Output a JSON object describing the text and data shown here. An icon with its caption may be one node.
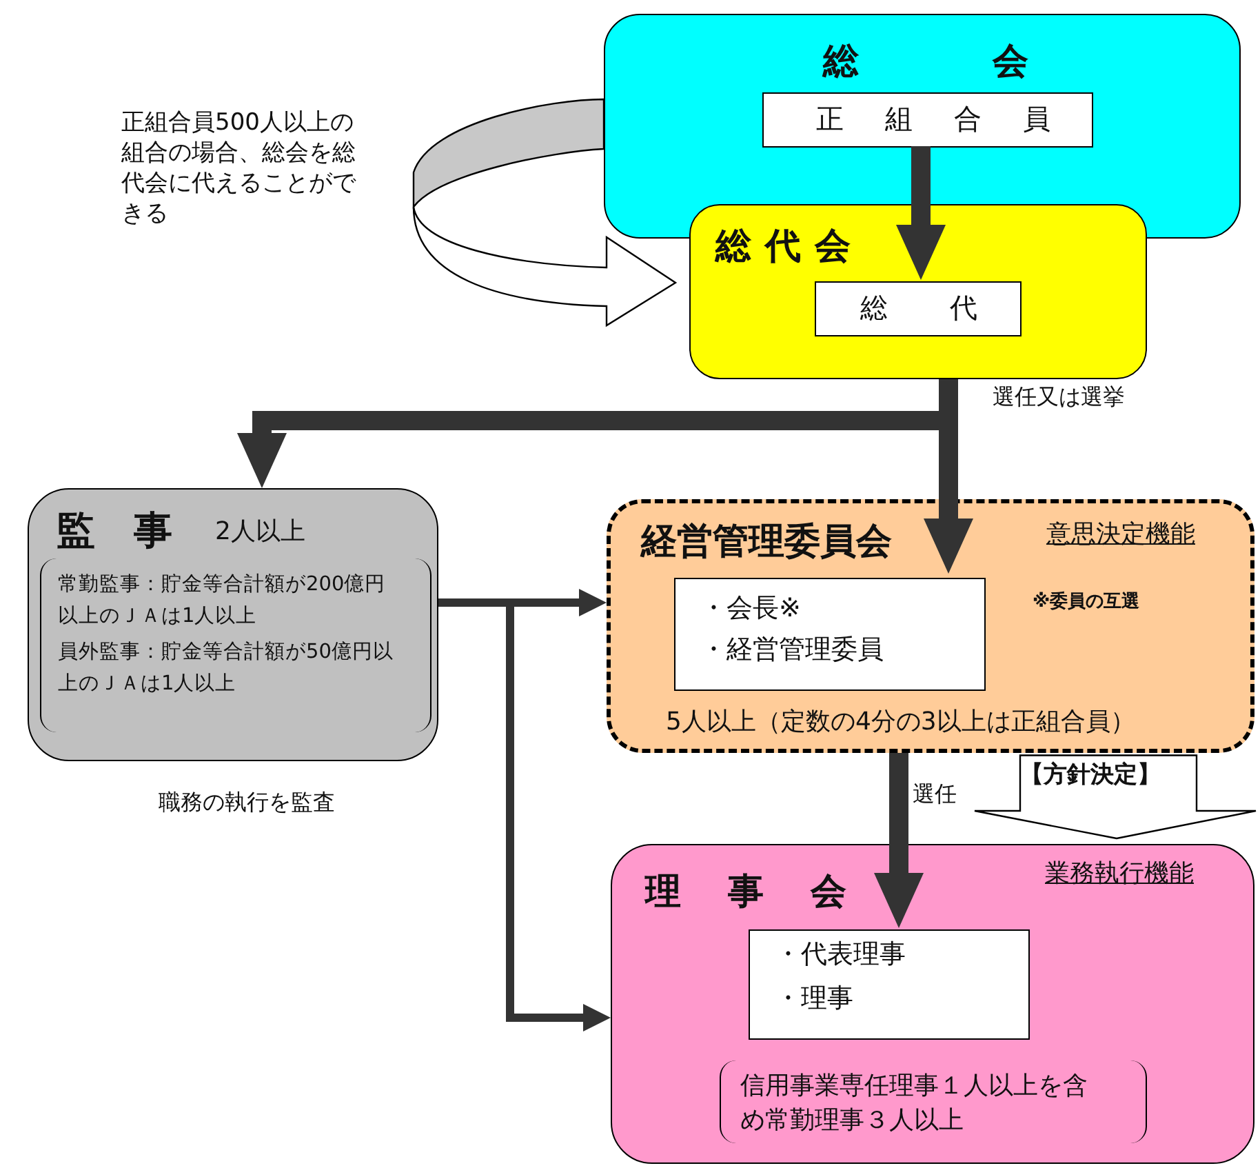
{
  "diagram": {
    "nodes": [
      {
        "text": [
          "総会"
        ]
      },
      {
        "text": [
          "正組合員"
        ],
        "in": 0
      },
      {
        "text": [
          "総代会"
        ]
      },
      {
        "text": [
          "総代"
        ],
        "in": 2
      },
      {
        "text": [
          "監事",
          "2人以上",
          "常勤監事：貯金等合計額が200億円以上のＪＡは1人以上",
          "員外監事：貯金等合計額が50億円以上のＪＡは1人以上"
        ]
      },
      {
        "text": [
          "経営管理委員会",
          "意思決定機能",
          "※委員の互選",
          "5人以上（定数の4分の3以上は正組合員）"
        ]
      },
      {
        "text": [
          "・会長※",
          "・経営管理委員"
        ],
        "in": 5
      },
      {
        "text": [
          "【方針決定】"
        ]
      },
      {
        "text": [
          "理事会",
          "業務執行機能",
          "信用事業専任理事１人以上を含め常勤理事３人以上"
        ]
      },
      {
        "text": [
          "・代表理事",
          "・理事"
        ],
        "in": 8
      }
    ],
    "edges": [
      {
        "from": 1,
        "to": 3,
        "arrow": "to"
      },
      {
        "from": 0,
        "to": 2,
        "arrow": "to"
      },
      {
        "from": 2,
        "to": 4,
        "arrow": "to"
      },
      {
        "from": 2,
        "to": 6,
        "arrow": "to",
        "label": "選任又は選挙"
      },
      {
        "from": 4,
        "to": 5,
        "arrow": "to"
      },
      {
        "from": 4,
        "to": 8,
        "arrow": "to"
      },
      {
        "from": 5,
        "to": 9,
        "arrow": "to",
        "label": "選任"
      }
    ],
    "labels": [
      "正組合員500人以上の組合の場合、総会を総代会に代えることができる",
      "職務の執行を監査"
    ]
  }
}
